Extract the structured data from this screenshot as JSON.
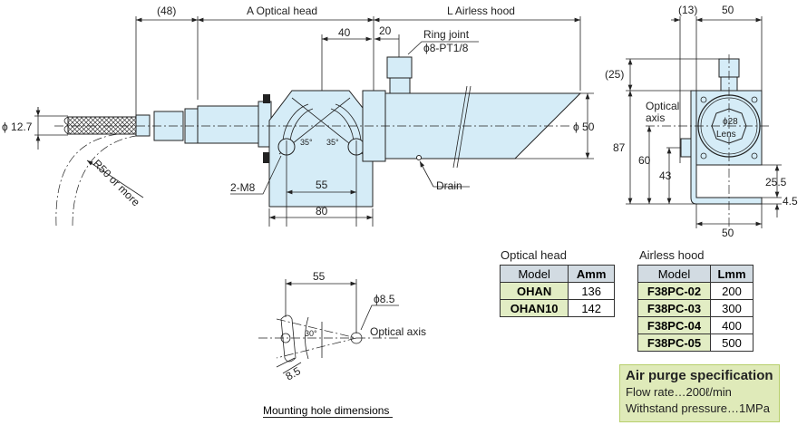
{
  "drawing": {
    "dim_cable": "(48)",
    "dim_optical_head": "A Optical head",
    "dim_airless_hood": "L Airless hood",
    "dim_40": "40",
    "dim_20": "20",
    "ring_joint": "Ring joint",
    "ring_joint_spec": "ϕ8-PT1/8",
    "hose_dia": "ϕ 12.7",
    "bend_radius": "R50 or more",
    "hood_dia": "ϕ 50",
    "angle_left": "35°",
    "angle_right": "35°",
    "bolt": "2-M8",
    "drain": "Drain",
    "dim_55": "55",
    "dim_80": "80"
  },
  "side_view": {
    "dim_13": "(13)",
    "dim_50_top": "50",
    "dim_25": "(25)",
    "optical_axis": "Optical",
    "optical_axis2": "axis",
    "lens_dia": "ϕ28",
    "lens": "Lens",
    "dim_87": "87",
    "dim_60": "60",
    "dim_43": "43",
    "dim_25_5": "25.5",
    "dim_4_5": "4.5",
    "dim_50_bottom": "50"
  },
  "mounting": {
    "dim_55": "55",
    "hole_dia": "ϕ8.5",
    "optical_axis": "Optical axis",
    "angle": "30°",
    "slot_width": "8.5",
    "caption": "Mounting hole dimensions"
  },
  "optical_head_table": {
    "title": "Optical head",
    "headers": [
      "Model",
      "Amm"
    ],
    "rows": [
      [
        "OHAN",
        "136"
      ],
      [
        "OHAN10",
        "142"
      ]
    ]
  },
  "airless_hood_table": {
    "title": "Airless hood",
    "headers": [
      "Model",
      "Lmm"
    ],
    "rows": [
      [
        "F38PC-02",
        "200"
      ],
      [
        "F38PC-03",
        "300"
      ],
      [
        "F38PC-04",
        "400"
      ],
      [
        "F38PC-05",
        "500"
      ]
    ]
  },
  "air_purge": {
    "title": "Air purge specification",
    "flow_rate": "Flow rate…200ℓ/min",
    "pressure": "Withstand pressure…1MPa"
  },
  "colors": {
    "part_fill": "#d5ecf7",
    "model_cell": "#e2edc4",
    "header_cell": "#d2dbe2",
    "spec_box": "#dfeab9"
  }
}
